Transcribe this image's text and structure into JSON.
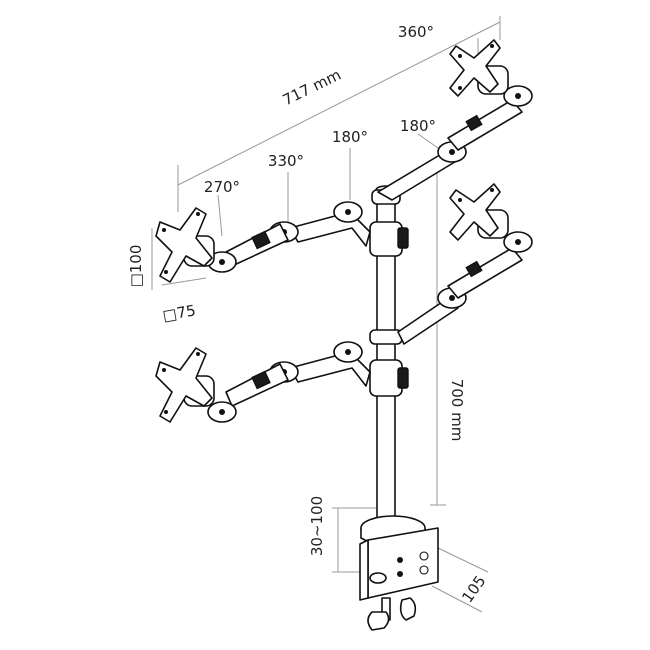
{
  "diagram": {
    "labels": {
      "width_total": "717 mm",
      "height_pole": "700 mm",
      "rot_top": "360°",
      "rot_upper_elbow": "180°",
      "rot_mid_elbow": "180°",
      "rot_arm": "330°",
      "rot_head": "270°",
      "vesa_v": "□100",
      "vesa_h": "□75",
      "clamp_range": "30~100",
      "clamp_depth": "105"
    }
  }
}
